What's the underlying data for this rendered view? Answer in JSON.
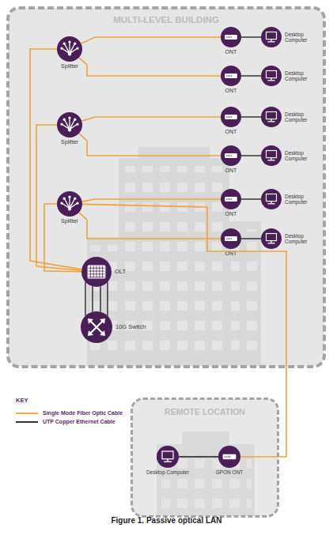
{
  "diagram": {
    "caption": "Figure 1. Passive optical LAN",
    "nodes": [
      {
        "text": [
          "MULTI-LEVEL BUILDING"
        ]
      },
      {
        "text": [
          "Splitter"
        ],
        "in": 0
      },
      {
        "text": [
          "ONT"
        ],
        "in": 0
      },
      {
        "text": [
          "Desktop Computer"
        ],
        "in": 0
      },
      {
        "text": [
          "ONT"
        ],
        "in": 0
      },
      {
        "text": [
          "Desktop Computer"
        ],
        "in": 0
      },
      {
        "text": [
          "Splitter"
        ],
        "in": 0
      },
      {
        "text": [
          "ONT"
        ],
        "in": 0
      },
      {
        "text": [
          "Desktop Computer"
        ],
        "in": 0
      },
      {
        "text": [
          "ONT"
        ],
        "in": 0
      },
      {
        "text": [
          "Desktop Computer"
        ],
        "in": 0
      },
      {
        "text": [
          "Splitter"
        ],
        "in": 0
      },
      {
        "text": [
          "ONT"
        ],
        "in": 0
      },
      {
        "text": [
          "Desktop Computer"
        ],
        "in": 0
      },
      {
        "text": [
          "ONT"
        ],
        "in": 0
      },
      {
        "text": [
          "Desktop Computer"
        ],
        "in": 0
      },
      {
        "text": [
          "OLT"
        ],
        "in": 0
      },
      {
        "text": [
          "10G Switch"
        ],
        "in": 0
      },
      {
        "text": [
          "REMOTE LOCATION"
        ]
      },
      {
        "text": [
          "Desktop Computer"
        ],
        "in": 18
      },
      {
        "text": [
          "GPON ONT"
        ],
        "in": 18
      }
    ],
    "edges": [
      {
        "from": 16,
        "to": 1,
        "arrow": "none"
      },
      {
        "from": 16,
        "to": 6,
        "arrow": "none"
      },
      {
        "from": 16,
        "to": 11,
        "arrow": "none"
      },
      {
        "from": 1,
        "to": 2,
        "arrow": "none"
      },
      {
        "from": 1,
        "to": 4,
        "arrow": "none"
      },
      {
        "from": 6,
        "to": 7,
        "arrow": "none"
      },
      {
        "from": 6,
        "to": 9,
        "arrow": "none"
      },
      {
        "from": 11,
        "to": 12,
        "arrow": "none"
      },
      {
        "from": 11,
        "to": 14,
        "arrow": "none"
      },
      {
        "from": 11,
        "to": 20,
        "arrow": "none"
      },
      {
        "from": 2,
        "to": 3,
        "arrow": "none"
      },
      {
        "from": 4,
        "to": 5,
        "arrow": "none"
      },
      {
        "from": 7,
        "to": 8,
        "arrow": "none"
      },
      {
        "from": 9,
        "to": 10,
        "arrow": "none"
      },
      {
        "from": 12,
        "to": 13,
        "arrow": "none"
      },
      {
        "from": 14,
        "to": 15,
        "arrow": "none"
      },
      {
        "from": 20,
        "to": 19,
        "arrow": "none"
      },
      {
        "from": 16,
        "to": 17,
        "arrow": "none"
      },
      {
        "from": 16,
        "to": 17,
        "arrow": "none"
      },
      {
        "from": 16,
        "to": 17,
        "arrow": "none"
      },
      {
        "from": 16,
        "to": 17,
        "arrow": "none"
      }
    ],
    "labels": [
      "KEY"
    ],
    "legend": [
      {
        "text": "Single Mode Fiber Optic Cable"
      },
      {
        "text": "UTP Copper Ethernet Cable"
      }
    ]
  }
}
